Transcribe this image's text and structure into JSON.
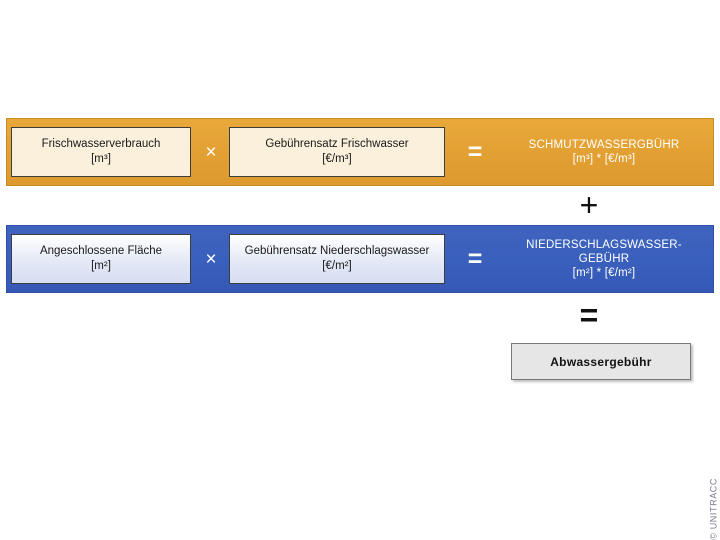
{
  "diagram": {
    "title_hidden": "",
    "colors": {
      "row_dirty_water": "#e3a134",
      "row_rain_water": "#3a60bd",
      "box_dirty_water": "#faf0dc",
      "box_rain_water": "#e4e9f6",
      "total_box": "#e6e6e6",
      "operator_text": "#ffffff",
      "between_operator_text": "#111111",
      "watermark": "#7b7b8c"
    },
    "rows": [
      {
        "id": "schmutzwasser",
        "factor_a": {
          "label": "Frischwasserverbrauch",
          "unit": "[m³]"
        },
        "operator_multiply": "×",
        "factor_b": {
          "label": "Gebührensatz Frischwasser",
          "unit": "[€/m³]"
        },
        "operator_equals": "=",
        "result": {
          "label": "SCHMUTZWASSERGBÜHR",
          "unit": "[m³] * [€/m³]"
        }
      },
      {
        "id": "niederschlagswasser",
        "factor_a": {
          "label": "Angeschlossene Fläche",
          "unit": "[m²]"
        },
        "operator_multiply": "×",
        "factor_b": {
          "label": "Gebührensatz Niederschlagswasser",
          "unit": "[€/m²]"
        },
        "operator_equals": "=",
        "result": {
          "label": "NIEDERSCHLAGSWASSER-\nGEBÜHR",
          "unit": "[m²] * [€/m²]"
        }
      }
    ],
    "between_operators": {
      "plus": "+",
      "equals": "="
    },
    "total": {
      "label": "Abwassergebühr"
    },
    "watermark": {
      "text": "© UNITRACC"
    }
  }
}
